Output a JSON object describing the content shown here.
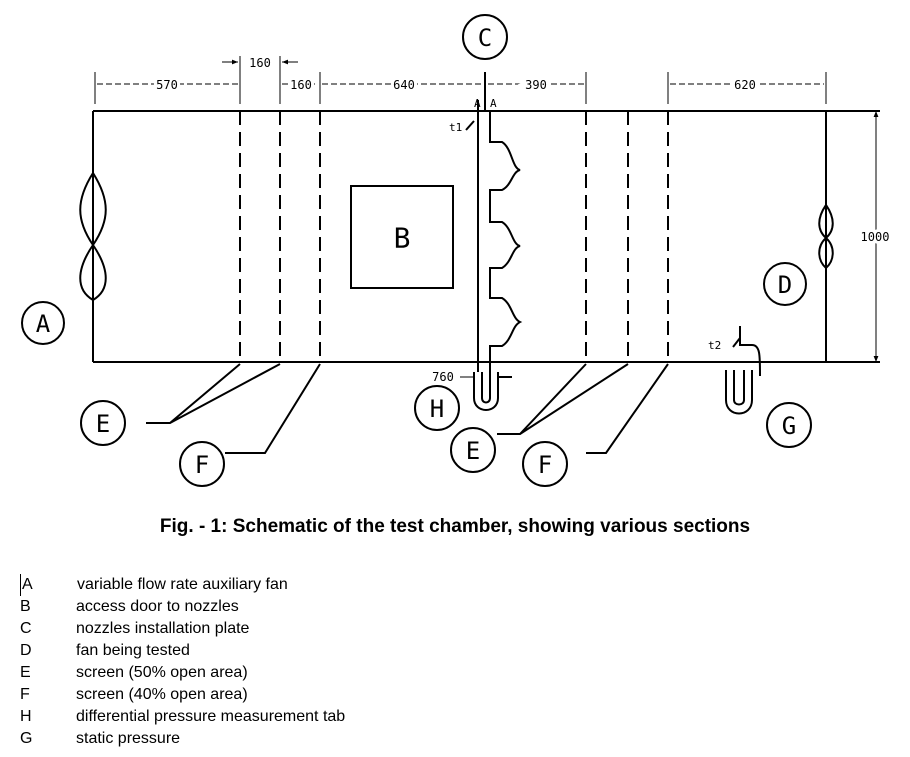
{
  "diagram": {
    "section_letters": {
      "a": "A",
      "b": "B",
      "c": "C",
      "d": "D",
      "e_left": "E",
      "e_right": "E",
      "f_left": "F",
      "f_right": "F",
      "g": "G",
      "h": "H"
    },
    "dimensions": {
      "d570": "570",
      "d160_top": "160",
      "d160_low": "160",
      "d640": "640",
      "d390": "390",
      "d620": "620",
      "d1000": "1000",
      "d760": "760"
    },
    "small_labels": {
      "t1": "t1",
      "t2": "t2",
      "tap_left": "A",
      "tap_right": "A"
    }
  },
  "caption": "Fig. - 1: Schematic of the test chamber, showing various sections",
  "legend": [
    {
      "key": "A",
      "text": "variable flow rate auxiliary fan"
    },
    {
      "key": "B",
      "text": "access door to nozzles"
    },
    {
      "key": "C",
      "text": "nozzles installation plate"
    },
    {
      "key": "D",
      "text": "fan being tested"
    },
    {
      "key": "E",
      "text": "screen (50% open area)"
    },
    {
      "key": "F",
      "text": "screen (40% open area)"
    },
    {
      "key": "H",
      "text": "differential pressure measurement tab"
    },
    {
      "key": "G",
      "text": "static pressure"
    }
  ]
}
